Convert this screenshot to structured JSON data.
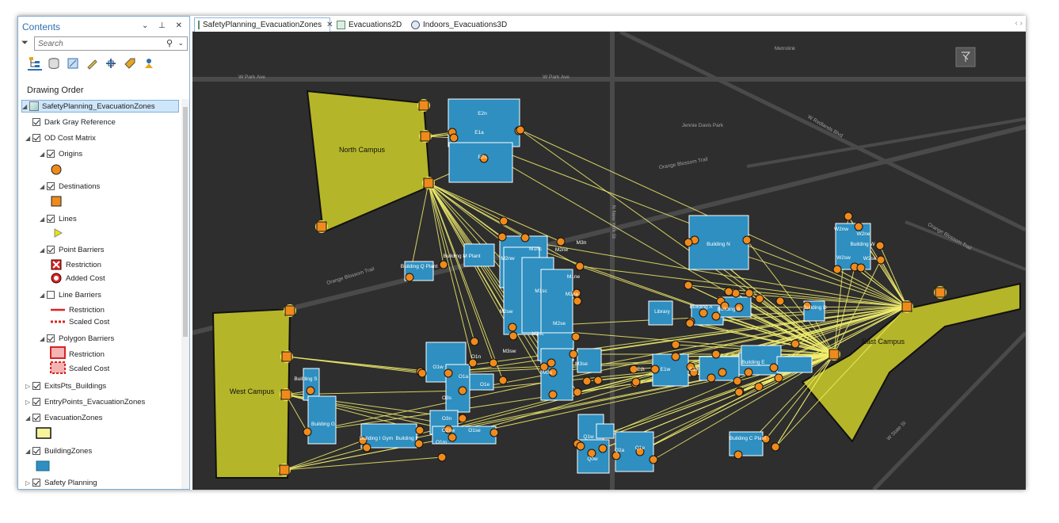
{
  "contents": {
    "title": "Contents",
    "search_placeholder": "Search",
    "drawing_order": "Drawing Order",
    "layers": [
      "SafetyPlanning_EvacuationZones",
      "Dark Gray Reference",
      "OD Cost Matrix",
      "Origins",
      "Destinations",
      "Lines",
      "Point Barriers",
      "Restriction",
      "Added Cost",
      "Line Barriers",
      "Restriction",
      "Scaled Cost",
      "Polygon Barriers",
      "Restriction",
      "Scaled Cost",
      "ExitsPts_Buildings",
      "EntryPoints_EvacuationZones",
      "EvacuationZones",
      "BuildingZones",
      "Safety Planning"
    ]
  },
  "tabs": [
    "SafetyPlanning_EvacuationZones",
    "Evacuations2D",
    "Indoors_Evacuations3D"
  ],
  "map": {
    "streets": [
      "W Park Ave",
      "W Park Ave",
      "Metrolink",
      "W Redlands Blvd",
      "Jennie Davis Park",
      "Orange Blossom Trail",
      "N New York St",
      "Orange Blossom Trail",
      "Orange Blossom Trail",
      "W State St"
    ],
    "zones": [
      "North Campus",
      "West Campus",
      "East Campus"
    ],
    "buildings": [
      "E2n",
      "E1a",
      "E2s",
      "Building N",
      "W2nw",
      "W2ne",
      "Building W",
      "W2sw",
      "W2se",
      "M1nc",
      "M2ne",
      "M3n",
      "M2nw",
      "M1ne",
      "M1sc",
      "M3ne",
      "M2sw",
      "M2se",
      "M3sc",
      "M3sw",
      "M3s",
      "M3se",
      "Building Q Plant",
      "Building M Plant",
      "Library",
      "Building A",
      "Building B",
      "Building D",
      "O1n",
      "O1w",
      "O1a",
      "O1e",
      "O3s",
      "O3n",
      "O2sw",
      "O1se",
      "Building S",
      "Building G",
      "Building I Gym",
      "Building F",
      "O1m",
      "E2t",
      "E1w",
      "E1e",
      "Building E",
      "Q1w",
      "Q2a",
      "Q1e",
      "Q0w",
      "Building C Plant"
    ],
    "colors": {
      "zone": "#b5b52a",
      "building": "#2e8fc0",
      "origin": "#f08a1c",
      "line": "#f2ee6c",
      "background": "#2e2e2e"
    }
  }
}
